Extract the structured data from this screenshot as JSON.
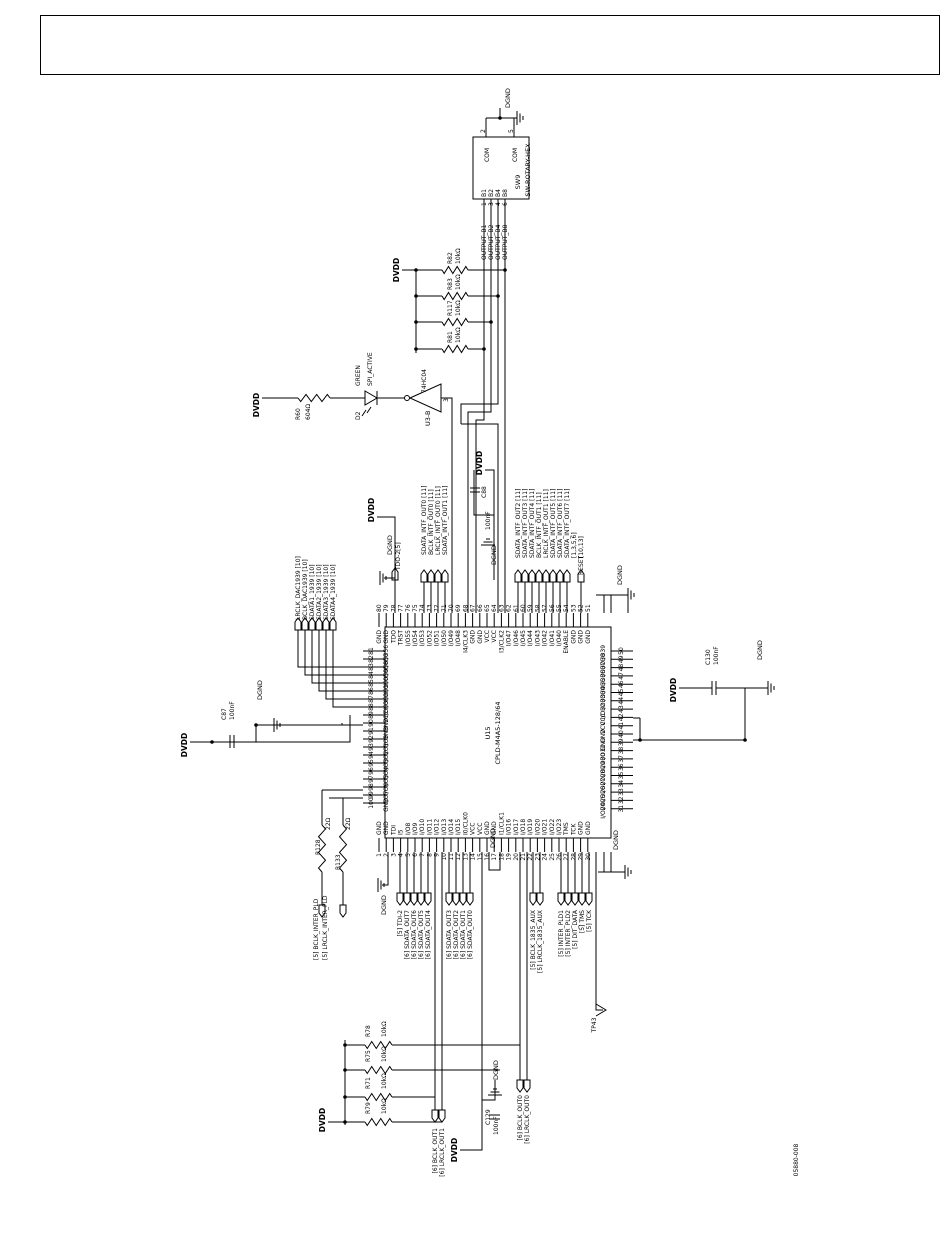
{
  "title_block": {
    "text": ""
  },
  "drawing_number": "05880-008",
  "power_labels": {
    "dvdd": [
      "DVDD",
      "DVDD",
      "DVDD",
      "DVDD",
      "DVDD",
      "DVDD",
      "DVDD",
      "DVDD"
    ],
    "dgnd": [
      "DGND",
      "DGND",
      "DGND",
      "DGND",
      "DGND",
      "DGND",
      "DGND",
      "DGND",
      "DGND",
      "DGND"
    ]
  },
  "cpld": {
    "ref": "U15",
    "part": "CPLD-M4A5-128/64"
  },
  "switch": {
    "ref": "SW9",
    "part": "SW-ROTARY-HEX",
    "pins": [
      "COM",
      "COM",
      "B1",
      "B2",
      "B4",
      "B8"
    ],
    "pin_numbers": [
      "2",
      "5",
      "1",
      "3",
      "4",
      "6"
    ],
    "nets": [
      "OUTPUT_B1",
      "OUTPUT_B2",
      "OUTPUT_B4",
      "OUTPUT_B8"
    ]
  },
  "resistors": [
    {
      "ref": "R82",
      "value": "10kΩ"
    },
    {
      "ref": "R83",
      "value": "10kΩ"
    },
    {
      "ref": "R117",
      "value": "10kΩ"
    },
    {
      "ref": "R81",
      "value": "10kΩ"
    },
    {
      "ref": "R60",
      "value": "604Ω"
    },
    {
      "ref": "R128",
      "value": "22Ω"
    },
    {
      "ref": "R133",
      "value": "22Ω"
    },
    {
      "ref": "R78",
      "value": "10kΩ"
    },
    {
      "ref": "R75",
      "value": "10kΩ"
    },
    {
      "ref": "R71",
      "value": "10kΩ"
    },
    {
      "ref": "R79",
      "value": "10kΩ"
    }
  ],
  "led": {
    "ref": "D2",
    "color": "GREEN",
    "net": "SPI_ACTIVE"
  },
  "inverter": {
    "ref": "U3-B",
    "part": "74HC04",
    "pin_in": "4",
    "pin_out": "3"
  },
  "capacitors": [
    {
      "ref": "C88",
      "value": "100nF"
    },
    {
      "ref": "C87",
      "value": "100nF"
    },
    {
      "ref": "C130",
      "value": "100nF"
    },
    {
      "ref": "C129",
      "value": "100nF"
    }
  ],
  "test_point": "TP43",
  "top_pins": {
    "numbers": [
      "80",
      "79",
      "78",
      "77",
      "76",
      "75",
      "74",
      "73",
      "72",
      "71",
      "70",
      "69",
      "68",
      "67",
      "66",
      "65",
      "64",
      "63",
      "62",
      "61",
      "60",
      "59",
      "58",
      "57",
      "56",
      "55",
      "54",
      "53",
      "52",
      "51"
    ],
    "names": [
      "GND",
      "GND",
      "TDO",
      "TRST",
      "I/O55",
      "I/O54",
      "I/O53",
      "I/O52",
      "I/O51",
      "I/O50",
      "I/O49",
      "I/O48",
      "I4/CLK3",
      "GND",
      "GND",
      "VCC",
      "VCC",
      "I3/CLK2",
      "I/O47",
      "I/O46",
      "I/O45",
      "I/O44",
      "I/O43",
      "I/O42",
      "I/O41",
      "I/O40",
      "ENABLE",
      "GND",
      "GND",
      "GND"
    ]
  },
  "bottom_pins": {
    "numbers": [
      "1",
      "2",
      "3",
      "4",
      "5",
      "6",
      "7",
      "8",
      "9",
      "10",
      "11",
      "12",
      "13",
      "14",
      "15",
      "16",
      "17",
      "18",
      "19",
      "20",
      "21",
      "22",
      "23",
      "24",
      "25",
      "26",
      "27",
      "28",
      "29",
      "30"
    ],
    "names": [
      "GND",
      "GND",
      "TDI",
      "I5",
      "I/O8",
      "I/O9",
      "I/O10",
      "I/O11",
      "I/O12",
      "I/O13",
      "I/O14",
      "I/O15",
      "I0/CLK0",
      "VCC",
      "VCC",
      "GND",
      "GND",
      "I1/CLK1",
      "I/O16",
      "I/O17",
      "I/O18",
      "I/O19",
      "I/O20",
      "I/O21",
      "I/O22",
      "I/O23",
      "TMS",
      "TCK",
      "GND",
      "GND"
    ]
  },
  "left_pins": {
    "numbers": [
      "81",
      "82",
      "83",
      "84",
      "85",
      "86",
      "87",
      "88",
      "89",
      "90",
      "91",
      "92",
      "93",
      "94",
      "95",
      "96",
      "97",
      "98",
      "99",
      "100"
    ],
    "names": [
      "I/O56",
      "I/O57",
      "I/O58",
      "I/O59",
      "I/O60",
      "I/O61",
      "I/O62",
      "I/O63",
      "VCC",
      "GND",
      "GND",
      "I/O0",
      "I/O1",
      "I/O2",
      "I/O3",
      "I/O4",
      "I/O5",
      "I/O6",
      "I/O7",
      "GND"
    ]
  },
  "right_pins": {
    "numbers": [
      "50",
      "49",
      "48",
      "47",
      "46",
      "45",
      "44",
      "43",
      "42",
      "41",
      "40",
      "39",
      "38",
      "37",
      "36",
      "35",
      "34",
      "33",
      "32",
      "31"
    ],
    "names": [
      "I/O39",
      "I/O38",
      "I/O37",
      "I/O36",
      "I/O35",
      "I/O34",
      "I/O33",
      "I/O32",
      "VCC",
      "VCC",
      "GND",
      "GND",
      "I/O31",
      "I/O30",
      "I/O29",
      "I/O28",
      "I/O27",
      "I/O26",
      "I/O25",
      "I/O24"
    ]
  },
  "nets": {
    "left_top": [
      "LRCLK_DAC1939 [10]",
      "BCLK_DAC1939 [10]",
      "SDATA1_1939 [10]",
      "SDATA2_1939 [10]",
      "SDATA3_1939 [10]",
      "SDATA4_1939 [10]"
    ],
    "top_mid": [
      "SDATA_INTF_OUT0 [11]",
      "BCLK_INTF_OUT0 [11]",
      "LRCLK_INTF_OUT0 [11]",
      "SDATA_INTF_OUT1 [11]"
    ],
    "tdo": "TDO-2[5]",
    "top_right": [
      "SDATA_INTF_OUT2 [11]",
      "SDATA_INTF_OUT3 [11]",
      "SDATA_INTF_OUT4 [11]",
      "BCLK_INTF_OUT1 [11]",
      "LRCLK_INTF_OUT1 [11]",
      "SDATA_INTF_OUT5 [11]",
      "SDATA_INTF_OUT6 [11]",
      "SDATA_INTF_OUT7 [11]",
      "[1,3,5,6]",
      "[10,13]"
    ],
    "reset": "RESET",
    "inter_left": [
      "[5] BCLK_INTER_PLD",
      "[5] LRCLK_INTER_PLD"
    ],
    "bottom_a": [
      "[5] TDI-2",
      "[6] SDATA_OUT7",
      "[6] SDATA_OUT6",
      "[6] SDATA_OUT5",
      "[6] SDATA_OUT4"
    ],
    "bottom_b": [
      "[6] SDATA_OUT3",
      "[6] SDATA_OUT2",
      "[6] SDATA_OUT1",
      "[6] SDATA_OUT0"
    ],
    "bottom_c": [
      "[5] BCLK_1835_AUX",
      "[5] LRCLK_1835_AUX"
    ],
    "bottom_d": [
      "[5] INTER_PLD1",
      "[5] INTER_PLD2",
      "[5] DIT_DATA",
      "[5] TMS",
      "[5] TCK"
    ],
    "bottom_out1": [
      "[6] BCLK_OUT1",
      "[6] LRCLK_OUT1"
    ],
    "bottom_out0": [
      "[6] BCLK_OUT0",
      "[6] LRCLK_OUT0"
    ]
  }
}
